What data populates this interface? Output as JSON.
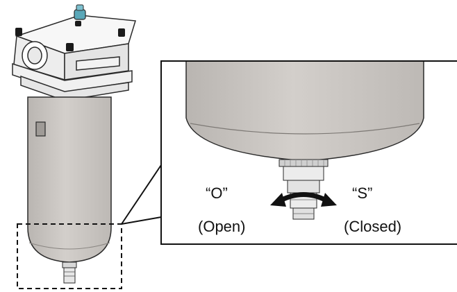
{
  "labels": {
    "open_code": "“O”",
    "open_text": "(Open)",
    "closed_code": "“S”",
    "closed_text": "(Closed)"
  },
  "colors": {
    "body_fill": "#cac6c2",
    "head_fill": "#f3f3f3",
    "outline": "#2a2a2a",
    "knob_teal": "#5aa7b8",
    "arrow": "#111111"
  }
}
